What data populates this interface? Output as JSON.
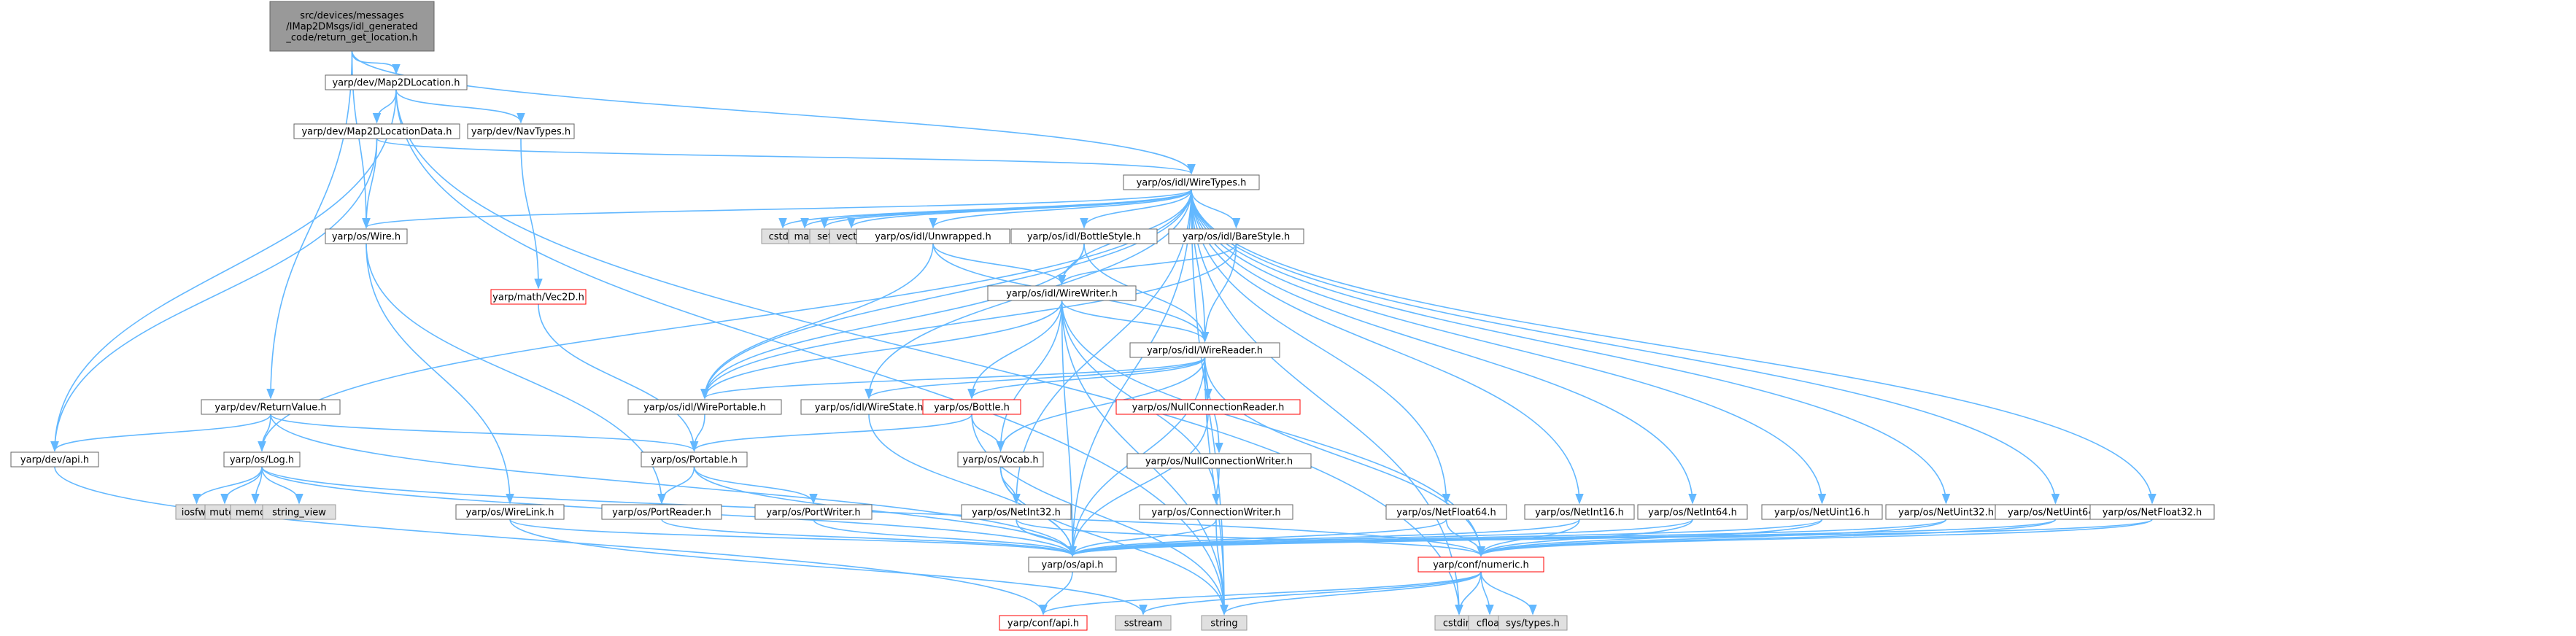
{
  "colors": {
    "edge": "#63b8ff",
    "node_fill": "#ffffff",
    "node_border": "#666666",
    "focus_fill": "#999999",
    "focus_border": "#666666",
    "sys_fill": "#e0e0e0",
    "sys_border": "#999999",
    "trunc_border": "#ff0000"
  },
  "nodes": [
    {
      "id": "root",
      "label": "src/devices/messages\n/IMap2DMsgs/idl_generated\n_code/return_get_location.h",
      "kind": "focus"
    },
    {
      "id": "map2dloc",
      "label": "yarp/dev/Map2DLocation.h",
      "kind": "normal"
    },
    {
      "id": "map2dlocdata",
      "label": "yarp/dev/Map2DLocationData.h",
      "kind": "normal"
    },
    {
      "id": "navtypes",
      "label": "yarp/dev/NavTypes.h",
      "kind": "normal"
    },
    {
      "id": "wiretypes",
      "label": "yarp/os/idl/WireTypes.h",
      "kind": "normal"
    },
    {
      "id": "wire",
      "label": "yarp/os/Wire.h",
      "kind": "normal"
    },
    {
      "id": "vec2d",
      "label": "yarp/math/Vec2D.h",
      "kind": "trunc"
    },
    {
      "id": "cstdio",
      "label": "cstdio",
      "kind": "sys"
    },
    {
      "id": "map",
      "label": "map",
      "kind": "sys"
    },
    {
      "id": "set",
      "label": "set",
      "kind": "sys"
    },
    {
      "id": "vector",
      "label": "vector",
      "kind": "sys"
    },
    {
      "id": "unwrapped",
      "label": "yarp/os/idl/Unwrapped.h",
      "kind": "normal"
    },
    {
      "id": "bottlestyle",
      "label": "yarp/os/idl/BottleStyle.h",
      "kind": "normal"
    },
    {
      "id": "barestyle",
      "label": "yarp/os/idl/BareStyle.h",
      "kind": "normal"
    },
    {
      "id": "wirewriter",
      "label": "yarp/os/idl/WireWriter.h",
      "kind": "normal"
    },
    {
      "id": "wirereader",
      "label": "yarp/os/idl/WireReader.h",
      "kind": "normal"
    },
    {
      "id": "returnvalue",
      "label": "yarp/dev/ReturnValue.h",
      "kind": "normal"
    },
    {
      "id": "wireportable",
      "label": "yarp/os/idl/WirePortable.h",
      "kind": "normal"
    },
    {
      "id": "wirestate",
      "label": "yarp/os/idl/WireState.h",
      "kind": "normal"
    },
    {
      "id": "bottle",
      "label": "yarp/os/Bottle.h",
      "kind": "trunc"
    },
    {
      "id": "nullconnreader",
      "label": "yarp/os/NullConnectionReader.h",
      "kind": "trunc"
    },
    {
      "id": "devapi",
      "label": "yarp/dev/api.h",
      "kind": "normal"
    },
    {
      "id": "log",
      "label": "yarp/os/Log.h",
      "kind": "normal"
    },
    {
      "id": "portable",
      "label": "yarp/os/Portable.h",
      "kind": "normal"
    },
    {
      "id": "vocab",
      "label": "yarp/os/Vocab.h",
      "kind": "normal"
    },
    {
      "id": "nullconnwriter",
      "label": "yarp/os/NullConnectionWriter.h",
      "kind": "normal"
    },
    {
      "id": "iosfwd",
      "label": "iosfwd",
      "kind": "sys"
    },
    {
      "id": "mutex",
      "label": "mutex",
      "kind": "sys"
    },
    {
      "id": "memory",
      "label": "memory",
      "kind": "sys"
    },
    {
      "id": "string_view",
      "label": "string_view",
      "kind": "sys"
    },
    {
      "id": "wirelink",
      "label": "yarp/os/WireLink.h",
      "kind": "normal"
    },
    {
      "id": "portreader",
      "label": "yarp/os/PortReader.h",
      "kind": "normal"
    },
    {
      "id": "portwriter",
      "label": "yarp/os/PortWriter.h",
      "kind": "normal"
    },
    {
      "id": "netint32",
      "label": "yarp/os/NetInt32.h",
      "kind": "normal"
    },
    {
      "id": "connwriter",
      "label": "yarp/os/ConnectionWriter.h",
      "kind": "normal"
    },
    {
      "id": "netfloat64",
      "label": "yarp/os/NetFloat64.h",
      "kind": "normal"
    },
    {
      "id": "netint16",
      "label": "yarp/os/NetInt16.h",
      "kind": "normal"
    },
    {
      "id": "netint64",
      "label": "yarp/os/NetInt64.h",
      "kind": "normal"
    },
    {
      "id": "netuint16",
      "label": "yarp/os/NetUint16.h",
      "kind": "normal"
    },
    {
      "id": "netuint32",
      "label": "yarp/os/NetUint32.h",
      "kind": "normal"
    },
    {
      "id": "netuint64",
      "label": "yarp/os/NetUint64.h",
      "kind": "normal"
    },
    {
      "id": "netfloat32",
      "label": "yarp/os/NetFloat32.h",
      "kind": "normal"
    },
    {
      "id": "osapi",
      "label": "yarp/os/api.h",
      "kind": "normal"
    },
    {
      "id": "numeric",
      "label": "yarp/conf/numeric.h",
      "kind": "trunc"
    },
    {
      "id": "confapi",
      "label": "yarp/conf/api.h",
      "kind": "trunc"
    },
    {
      "id": "sstream",
      "label": "sstream",
      "kind": "sys"
    },
    {
      "id": "string",
      "label": "string",
      "kind": "sys"
    },
    {
      "id": "cstdint",
      "label": "cstdint",
      "kind": "sys"
    },
    {
      "id": "cfloat",
      "label": "cfloat",
      "kind": "sys"
    },
    {
      "id": "systypes",
      "label": "sys/types.h",
      "kind": "sys"
    }
  ],
  "edges": [
    [
      "root",
      "map2dloc"
    ],
    [
      "root",
      "wire"
    ],
    [
      "root",
      "wiretypes"
    ],
    [
      "root",
      "returnvalue"
    ],
    [
      "map2dloc",
      "map2dlocdata"
    ],
    [
      "map2dloc",
      "navtypes"
    ],
    [
      "map2dloc",
      "devapi"
    ],
    [
      "map2dloc",
      "string"
    ],
    [
      "map2dloc",
      "cstdint"
    ],
    [
      "map2dlocdata",
      "wire"
    ],
    [
      "map2dlocdata",
      "wiretypes"
    ],
    [
      "map2dlocdata",
      "devapi"
    ],
    [
      "navtypes",
      "vec2d"
    ],
    [
      "vec2d",
      "portable"
    ],
    [
      "wiretypes",
      "wire"
    ],
    [
      "wiretypes",
      "cstdio"
    ],
    [
      "wiretypes",
      "map"
    ],
    [
      "wiretypes",
      "set"
    ],
    [
      "wiretypes",
      "vector"
    ],
    [
      "wiretypes",
      "unwrapped"
    ],
    [
      "wiretypes",
      "bottlestyle"
    ],
    [
      "wiretypes",
      "barestyle"
    ],
    [
      "wiretypes",
      "wirewriter"
    ],
    [
      "wiretypes",
      "wirereader"
    ],
    [
      "wiretypes",
      "wireportable"
    ],
    [
      "wiretypes",
      "wirestate"
    ],
    [
      "wiretypes",
      "log"
    ],
    [
      "wiretypes",
      "netint32"
    ],
    [
      "wiretypes",
      "netfloat64"
    ],
    [
      "wiretypes",
      "netint16"
    ],
    [
      "wiretypes",
      "netint64"
    ],
    [
      "wiretypes",
      "netuint16"
    ],
    [
      "wiretypes",
      "netuint32"
    ],
    [
      "wiretypes",
      "netuint64"
    ],
    [
      "wiretypes",
      "netfloat32"
    ],
    [
      "wiretypes",
      "osapi"
    ],
    [
      "wiretypes",
      "string"
    ],
    [
      "wiretypes",
      "cstdint"
    ],
    [
      "wire",
      "portreader"
    ],
    [
      "wire",
      "wirelink"
    ],
    [
      "unwrapped",
      "wirewriter"
    ],
    [
      "unwrapped",
      "wirereader"
    ],
    [
      "unwrapped",
      "wireportable"
    ],
    [
      "bottlestyle",
      "wirewriter"
    ],
    [
      "bottlestyle",
      "wirereader"
    ],
    [
      "bottlestyle",
      "wireportable"
    ],
    [
      "barestyle",
      "wirewriter"
    ],
    [
      "barestyle",
      "wirereader"
    ],
    [
      "barestyle",
      "wireportable"
    ],
    [
      "wirewriter",
      "wirereader"
    ],
    [
      "wirewriter",
      "wireportable"
    ],
    [
      "wirewriter",
      "bottle"
    ],
    [
      "wirewriter",
      "vocab"
    ],
    [
      "wirewriter",
      "connwriter"
    ],
    [
      "wirewriter",
      "osapi"
    ],
    [
      "wirewriter",
      "numeric"
    ],
    [
      "wirewriter",
      "string"
    ],
    [
      "wirereader",
      "wireportable"
    ],
    [
      "wirereader",
      "wirestate"
    ],
    [
      "wirereader",
      "bottle"
    ],
    [
      "wirereader",
      "nullconnreader"
    ],
    [
      "wirereader",
      "nullconnwriter"
    ],
    [
      "wirereader",
      "vocab"
    ],
    [
      "wirereader",
      "osapi"
    ],
    [
      "wirereader",
      "numeric"
    ],
    [
      "wirereader",
      "string"
    ],
    [
      "returnvalue",
      "devapi"
    ],
    [
      "returnvalue",
      "log"
    ],
    [
      "returnvalue",
      "portable"
    ],
    [
      "returnvalue",
      "osapi"
    ],
    [
      "wireportable",
      "portable"
    ],
    [
      "wirestate",
      "osapi"
    ],
    [
      "bottle",
      "portable"
    ],
    [
      "bottle",
      "vocab"
    ],
    [
      "bottle",
      "string"
    ],
    [
      "nullconnreader",
      "osapi"
    ],
    [
      "nullconnwriter",
      "connwriter"
    ],
    [
      "devapi",
      "confapi"
    ],
    [
      "log",
      "iosfwd"
    ],
    [
      "log",
      "mutex"
    ],
    [
      "log",
      "memory"
    ],
    [
      "log",
      "string_view"
    ],
    [
      "log",
      "osapi"
    ],
    [
      "log",
      "numeric"
    ],
    [
      "portable",
      "portreader"
    ],
    [
      "portable",
      "portwriter"
    ],
    [
      "portable",
      "osapi"
    ],
    [
      "vocab",
      "netint32"
    ],
    [
      "vocab",
      "osapi"
    ],
    [
      "vocab",
      "string"
    ],
    [
      "wirelink",
      "osapi"
    ],
    [
      "wirelink",
      "sstream"
    ],
    [
      "portreader",
      "osapi"
    ],
    [
      "portwriter",
      "osapi"
    ],
    [
      "netint32",
      "osapi"
    ],
    [
      "netint32",
      "numeric"
    ],
    [
      "connwriter",
      "osapi"
    ],
    [
      "connwriter",
      "string"
    ],
    [
      "netfloat64",
      "osapi"
    ],
    [
      "netfloat64",
      "numeric"
    ],
    [
      "netint16",
      "osapi"
    ],
    [
      "netint16",
      "numeric"
    ],
    [
      "netint64",
      "osapi"
    ],
    [
      "netint64",
      "numeric"
    ],
    [
      "netuint16",
      "osapi"
    ],
    [
      "netuint16",
      "numeric"
    ],
    [
      "netuint32",
      "osapi"
    ],
    [
      "netuint32",
      "numeric"
    ],
    [
      "netuint64",
      "osapi"
    ],
    [
      "netuint64",
      "numeric"
    ],
    [
      "netfloat32",
      "osapi"
    ],
    [
      "netfloat32",
      "numeric"
    ],
    [
      "osapi",
      "confapi"
    ],
    [
      "numeric",
      "confapi"
    ],
    [
      "numeric",
      "sstream"
    ],
    [
      "numeric",
      "string"
    ],
    [
      "numeric",
      "cstdint"
    ],
    [
      "numeric",
      "cfloat"
    ],
    [
      "numeric",
      "systypes"
    ]
  ]
}
